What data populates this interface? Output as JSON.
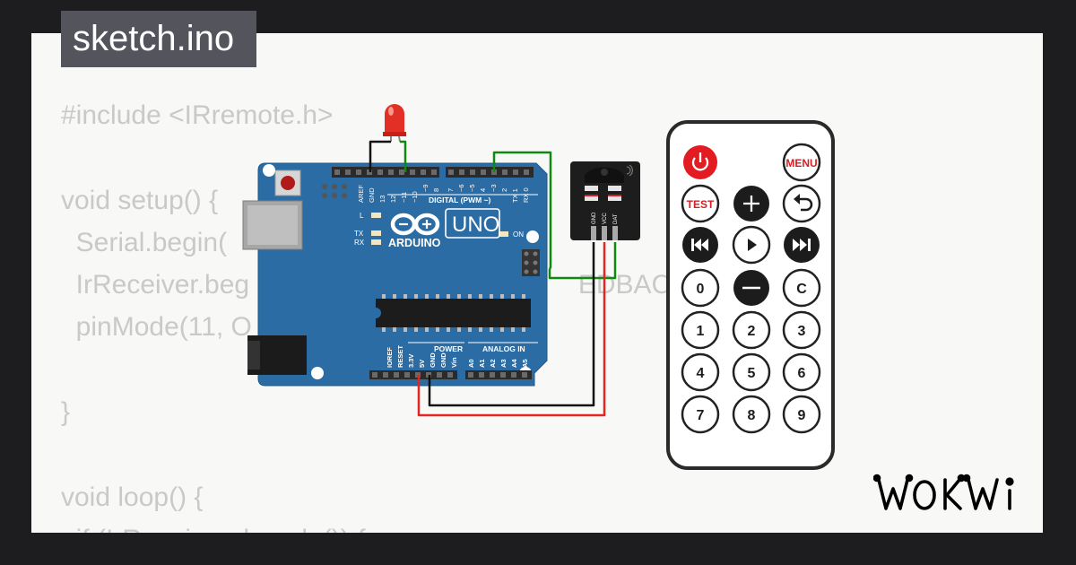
{
  "title": "sketch.ino",
  "code": [
    "#include <IRremote.h>",
    "",
    "void setup() {",
    "  Serial.begin(",
    "  IrReceiver.beg                                            EDBACK);",
    "  pinMode(11, O",
    "",
    "}",
    "",
    "void loop() {",
    "  if (IrReceiver.decode()) {"
  ],
  "brand": "WOKWI",
  "board": {
    "name": "UNO",
    "brand": "ARDUINO",
    "labels": {
      "aref": "AREF",
      "gnd": "GND",
      "d13": "13",
      "d12": "12",
      "d11": "~11",
      "d10": "~10",
      "d9": "~9",
      "d8": "8",
      "d7": "7",
      "d6": "~6",
      "d5": "~5",
      "d4": "4",
      "d3": "~3",
      "d2": "2",
      "tx1": "TX 1",
      "rx0": "RX 0",
      "digital": "DIGITAL (PWM ~)",
      "l": "L",
      "tx": "TX",
      "rx": "RX",
      "on": "ON",
      "ioref": "IOREF",
      "reset": "RESET",
      "v33": "3.3V",
      "v5": "5V",
      "gnd2": "GND",
      "gnd3": "GND",
      "vin": "Vin",
      "power": "POWER",
      "analog": "ANALOG IN",
      "a0": "A0",
      "a1": "A1",
      "a2": "A2",
      "a3": "A3",
      "a4": "A4",
      "a5": "A5"
    }
  },
  "ir_receiver": {
    "pins": [
      "GND",
      "VCC",
      "DAT"
    ]
  },
  "remote": {
    "buttons": [
      "",
      "MENU",
      "TEST",
      "+",
      "",
      "",
      "",
      "",
      "0",
      "",
      "C",
      "1",
      "2",
      "3",
      "4",
      "5",
      "6",
      "7",
      "8",
      "9"
    ]
  },
  "colors": {
    "board": "#2b6ca5",
    "accent": "#e31c23",
    "wire_red": "#e42521",
    "wire_green": "#0e8a0e",
    "wire_black": "#111111",
    "code_text": "#c9c9c9"
  },
  "icons": [
    "power-icon",
    "plus-icon",
    "back-icon",
    "rewind-icon",
    "play-icon",
    "fast-forward-icon",
    "minus-icon",
    "ir-signal-icon",
    "arduino-infinity-icon"
  ]
}
